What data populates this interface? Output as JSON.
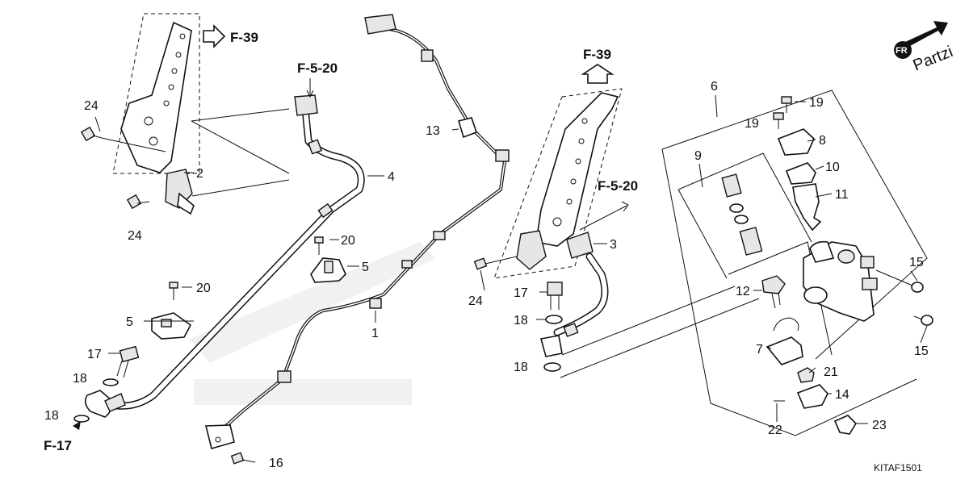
{
  "callouts": {
    "c1": "1",
    "c2": "2",
    "c3": "3",
    "c4": "4",
    "c5": "5",
    "c5b": "5",
    "c6": "6",
    "c7": "7",
    "c8": "8",
    "c9": "9",
    "c10": "10",
    "c11": "11",
    "c12": "12",
    "c13": "13",
    "c14": "14",
    "c15a": "15",
    "c15b": "15",
    "c16": "16",
    "c17a": "17",
    "c17b": "17",
    "c18a": "18",
    "c18b": "18",
    "c18c": "18",
    "c18d": "18",
    "c19a": "19",
    "c19b": "19",
    "c20a": "20",
    "c20b": "20",
    "c21": "21",
    "c22": "22",
    "c23": "23",
    "c24a": "24",
    "c24b": "24",
    "c24c": "24"
  },
  "references": {
    "f39_top": "F-39",
    "f39_mid": "F-39",
    "f520_left": "F-5-20",
    "f520_right": "F-5-20",
    "f17": "F-17"
  },
  "corner": {
    "fr": "FR",
    "brand": "Partzi",
    "diagram_code": "KITAF1501"
  }
}
